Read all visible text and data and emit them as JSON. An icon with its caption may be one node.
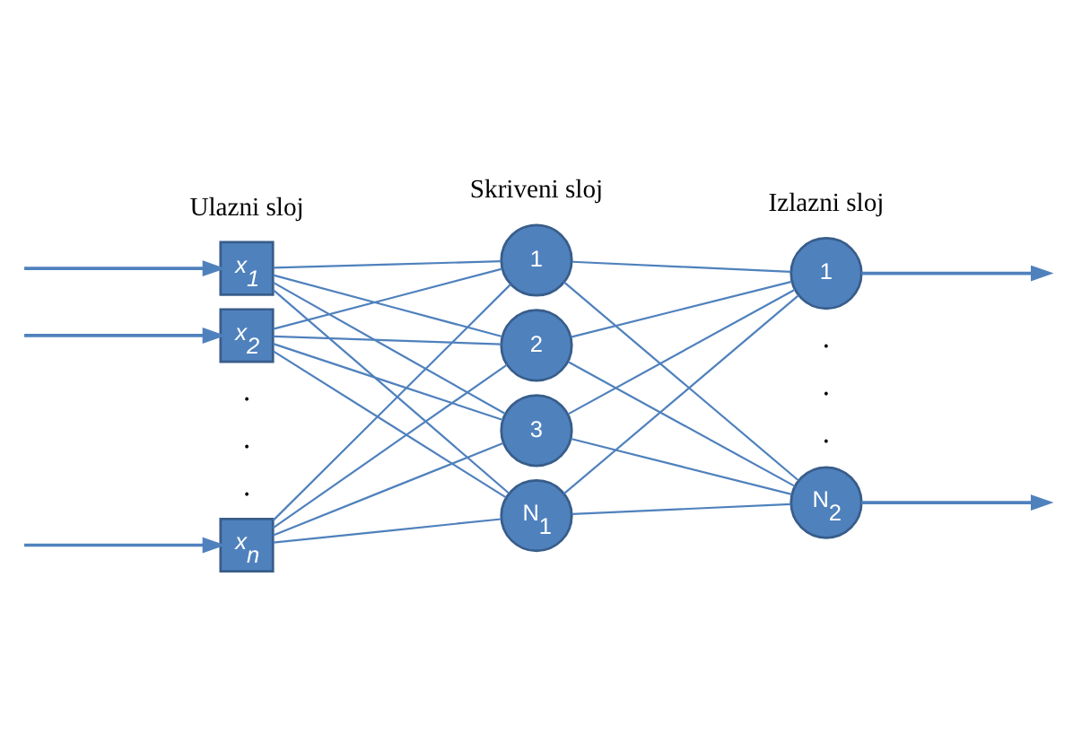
{
  "diagram": {
    "nodes": [
      {
        "text": [
          "x$_{1}$"
        ]
      },
      {
        "text": [
          "x$_{2}$"
        ]
      },
      {
        "text": [
          "x$_{n}$"
        ]
      },
      {
        "text": [
          "1"
        ]
      },
      {
        "text": [
          "2"
        ]
      },
      {
        "text": [
          "3"
        ]
      },
      {
        "text": [
          "N$_{1}$"
        ]
      },
      {
        "text": [
          "1"
        ]
      },
      {
        "text": [
          "N$_{2}$"
        ]
      }
    ],
    "edges": [
      {
        "from": null,
        "to": 0,
        "arrow": "to"
      },
      {
        "from": null,
        "to": 1,
        "arrow": "to"
      },
      {
        "from": null,
        "to": 2,
        "arrow": "to"
      },
      {
        "from": 0,
        "to": 3,
        "arrow": "none"
      },
      {
        "from": 0,
        "to": 4,
        "arrow": "none"
      },
      {
        "from": 0,
        "to": 5,
        "arrow": "none"
      },
      {
        "from": 0,
        "to": 6,
        "arrow": "none"
      },
      {
        "from": 1,
        "to": 3,
        "arrow": "none"
      },
      {
        "from": 1,
        "to": 4,
        "arrow": "none"
      },
      {
        "from": 1,
        "to": 5,
        "arrow": "none"
      },
      {
        "from": 1,
        "to": 6,
        "arrow": "none"
      },
      {
        "from": 2,
        "to": 3,
        "arrow": "none"
      },
      {
        "from": 2,
        "to": 4,
        "arrow": "none"
      },
      {
        "from": 2,
        "to": 5,
        "arrow": "none"
      },
      {
        "from": 2,
        "to": 6,
        "arrow": "none"
      },
      {
        "from": 3,
        "to": 7,
        "arrow": "none"
      },
      {
        "from": 3,
        "to": 8,
        "arrow": "none"
      },
      {
        "from": 4,
        "to": 7,
        "arrow": "none"
      },
      {
        "from": 4,
        "to": 8,
        "arrow": "none"
      },
      {
        "from": 5,
        "to": 7,
        "arrow": "none"
      },
      {
        "from": 5,
        "to": 8,
        "arrow": "none"
      },
      {
        "from": 6,
        "to": 7,
        "arrow": "none"
      },
      {
        "from": 6,
        "to": 8,
        "arrow": "none"
      },
      {
        "from": 7,
        "to": null,
        "arrow": "to"
      },
      {
        "from": 8,
        "to": null,
        "arrow": "to"
      }
    ],
    "labels": [
      "Skriveni sloj",
      "Ulazni sloj",
      "Izlazni sloj",
      ".",
      ".",
      ".",
      ".",
      ".",
      "."
    ]
  }
}
